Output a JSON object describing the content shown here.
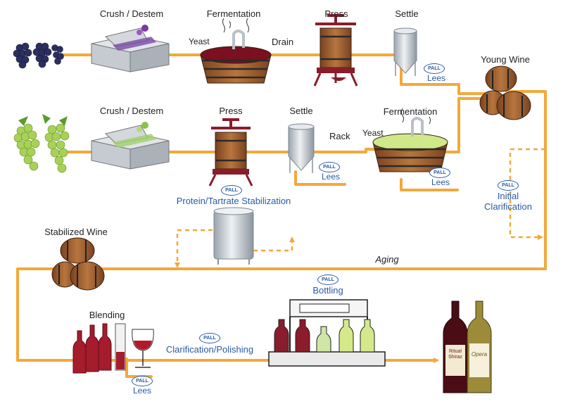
{
  "colors": {
    "flow": "#f3a83b",
    "pall_blue": "#2a5aa6",
    "red_wine": "#8a1c2b",
    "white_wine": "#d6e98a",
    "barrel": "#9b5a2c",
    "steel": "#c9cfd6"
  },
  "icons": [
    "red-grapes-icon",
    "green-grapes-icon",
    "crusher-icon",
    "fermentation-vat-icon",
    "wine-press-icon",
    "settling-tank-icon",
    "barrel-stack-icon",
    "stabilization-tank-icon",
    "blending-bottles-icon",
    "wine-glass-icon",
    "bottling-machine-icon",
    "wine-bottles-icon",
    "pall-logo-icon"
  ],
  "pall_logo": "PALL",
  "red_line": {
    "crush": "Crush / Destem",
    "fermentation": "Fermentation",
    "yeast": "Yeast",
    "drain": "Drain",
    "press": "Press",
    "settle": "Settle",
    "lees": "Lees"
  },
  "young_wine": "Young Wine",
  "white_line": {
    "crush": "Crush / Destem",
    "press": "Press",
    "settle": "Settle",
    "rack": "Rack",
    "lees": "Lees",
    "fermentation": "Fermentation",
    "yeast": "Yeast",
    "fermentation_lees": "Lees"
  },
  "initial_clarification": {
    "line1": "Initial",
    "line2": "Clarification"
  },
  "protein_stabilization": "Protein/Tartrate Stabilization",
  "stabilized_wine": "Stabilized Wine",
  "aging": "Aging",
  "blending": "Blending",
  "blending_lees": "Lees",
  "bottling": "Bottling",
  "clarification_polishing": "Clarification/Polishing",
  "bottle_labels": {
    "left": "Ritual Shiraz",
    "right": "Opera"
  }
}
